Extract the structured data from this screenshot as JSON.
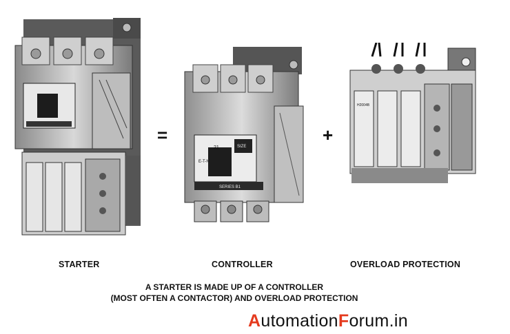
{
  "components": {
    "starter_label": "STARTER",
    "equals_sign": "=",
    "controller_label": "CONTROLLER",
    "plus_sign": "+",
    "overload_label": "OVERLOAD PROTECTION"
  },
  "caption": {
    "line1": "A STARTER IS MADE UP OF A CONTROLLER",
    "line2": "(MOST OFTEN A CONTACTOR) AND OVERLOAD PROTECTION"
  },
  "brand": {
    "part1_cap": "A",
    "part1_rest": "utomation",
    "part2_cap": "F",
    "part2_rest": "orum.in",
    "accent_color": "#e53a1e"
  },
  "device_text": {
    "controller_size_top": "21",
    "controller_size": "SIZE",
    "controller_brand": "E-T-N",
    "controller_series": "SERIES B1",
    "overload_model": "H2004B"
  }
}
